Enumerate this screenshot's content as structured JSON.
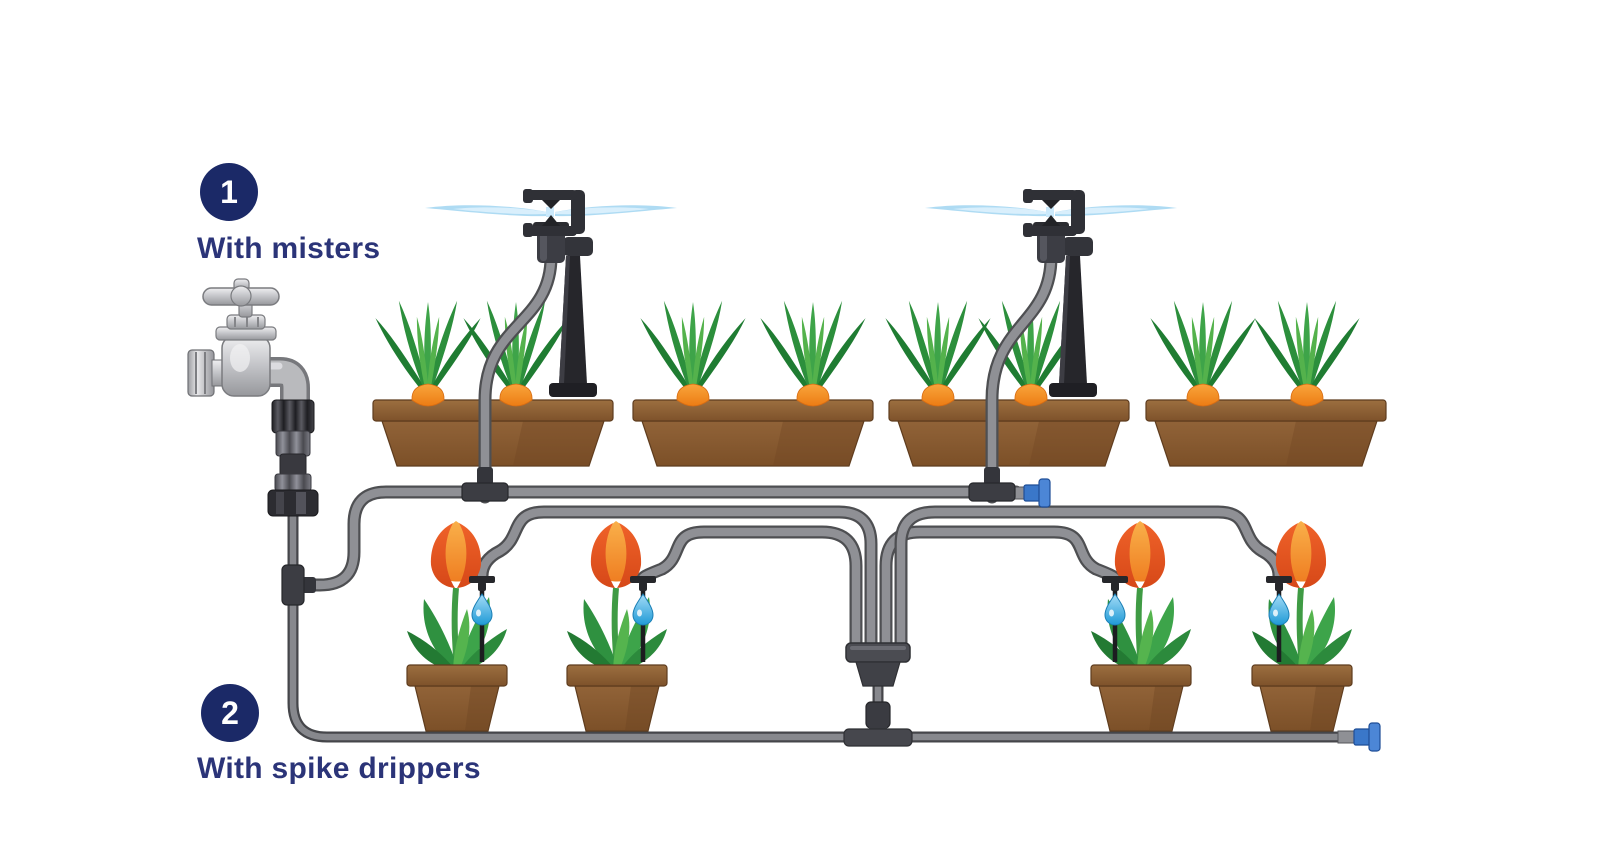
{
  "diagram": {
    "options": [
      {
        "number": "1",
        "label": "With misters"
      },
      {
        "number": "2",
        "label": "With spike drippers"
      }
    ]
  },
  "scene": {
    "water_source": "garden tap with tubing adapter",
    "option_1": {
      "misters_on_spikes": 2,
      "window_boxes": 4,
      "carrots_per_box": 2,
      "line_end": "blue end plug"
    },
    "option_2": {
      "spike_drippers": 4,
      "tulip_pots": 4,
      "manifold_outlets": 4,
      "line_end": "blue end plug"
    }
  },
  "colors": {
    "badge_navy": "#1b2967",
    "label_text": "#2b3478",
    "tube_gray": "#8f9095",
    "fitting_dark": "#3c3d43",
    "mist_blue": "#a5d7f2",
    "water_drop_blue": "#2aa3dd",
    "end_plug_blue": "#3a77c9",
    "pot_brown": "#8a5c32",
    "carrot_orange": "#f6921e",
    "leaf_green": "#2c8f3c",
    "tulip_orange": "#ee5a24",
    "tap_metal": "#c9cacd"
  }
}
